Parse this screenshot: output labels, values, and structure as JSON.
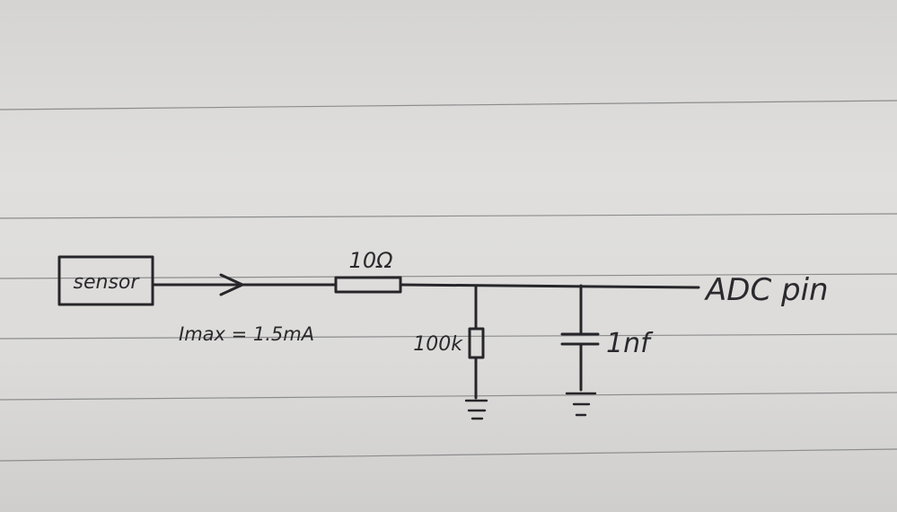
{
  "labels": {
    "sensor": "sensor",
    "series_resistor": "10Ω",
    "current": "Imax = 1.5mA",
    "shunt_resistor": "100k",
    "capacitor": "1nf",
    "output": "ADC pin"
  }
}
